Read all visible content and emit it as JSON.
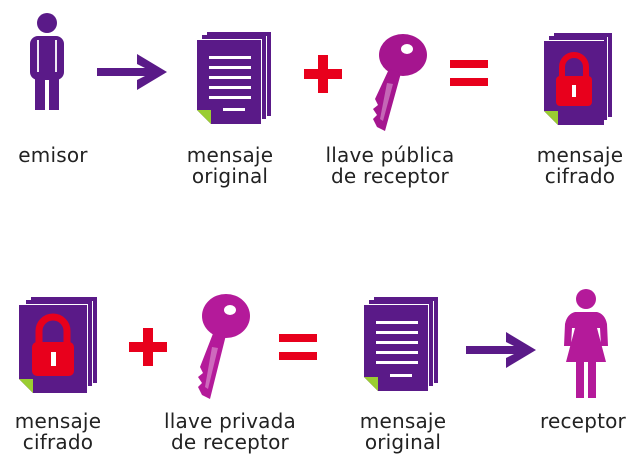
{
  "colors": {
    "purple": "#5a1a88",
    "magenta": "#a5158f",
    "red": "#e8001c",
    "green": "#9acd32",
    "white": "#ffffff",
    "pink": "#b41a9a"
  },
  "row1": {
    "emisor_icon": "male-person-icon",
    "arrow_icon": "arrow-right-icon",
    "document_icon": "document-stack-icon",
    "plus_icon": "plus-sign-icon",
    "key_icon": "key-icon",
    "equals_icon": "equals-sign-icon",
    "lock_icon": "locked-document-icon",
    "labels": {
      "emisor": "emisor",
      "mensaje_original": "mensaje\noriginal",
      "llave_publica": "llave pública\nde receptor",
      "mensaje_cifrado": "mensaje\ncifrado"
    }
  },
  "row2": {
    "lock_icon": "locked-document-icon",
    "plus_icon": "plus-sign-icon",
    "key_icon": "key-icon",
    "equals_icon": "equals-sign-icon",
    "document_icon": "document-stack-icon",
    "arrow_icon": "arrow-right-icon",
    "receptor_icon": "female-person-icon",
    "labels": {
      "mensaje_cifrado": "mensaje\ncifrado",
      "llave_privada": "llave privada\nde receptor",
      "mensaje_original": "mensaje\noriginal",
      "receptor": "receptor"
    }
  }
}
